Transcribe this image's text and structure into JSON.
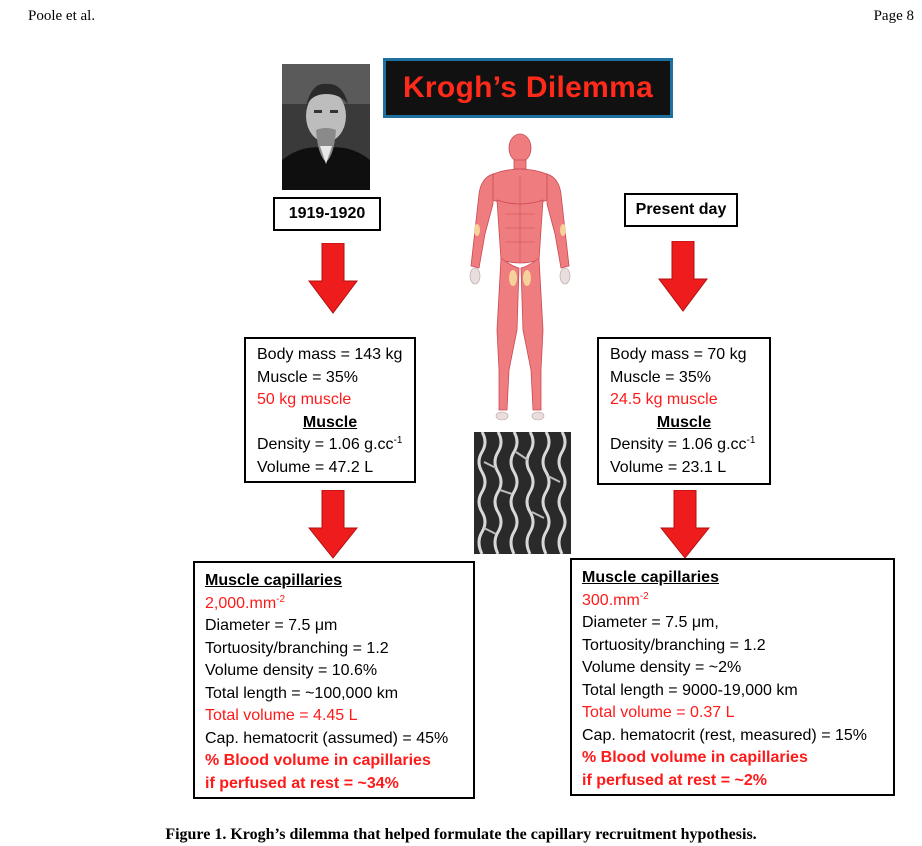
{
  "header": {
    "left": "Poole et al.",
    "right": "Page 8"
  },
  "title": "Krogh’s Dilemma",
  "left": {
    "year": "1919-1920",
    "mass": {
      "body_mass": "Body mass = 143 kg",
      "muscle_pct": "Muscle = 35%",
      "muscle_kg": "50 kg muscle",
      "muscle_heading": "Muscle",
      "density": "Density = 1.06 g.cc",
      "density_exp": "-1",
      "volume": "Volume = 47.2 L"
    },
    "capillaries": {
      "heading": "Muscle capillaries",
      "count": "2,000.mm",
      "count_exp": "-2",
      "diameter": "Diameter = 7.5 μm",
      "tortuosity": "Tortuosity/branching = 1.2",
      "volume_density": "Volume density = 10.6%",
      "total_length": "Total length = ~100,000 km",
      "total_volume": "Total volume = 4.45 L",
      "hematocrit": "Cap. hematocrit (assumed) = 45%",
      "blood_volume_1": "% Blood volume in capillaries",
      "blood_volume_2": "if perfused at rest = ~34%"
    }
  },
  "right": {
    "year": "Present day",
    "mass": {
      "body_mass": "Body mass = 70 kg",
      "muscle_pct": "Muscle = 35%",
      "muscle_kg": "24.5 kg muscle",
      "muscle_heading": "Muscle",
      "density": "Density = 1.06 g.cc",
      "density_exp": "-1",
      "volume": "Volume = 23.1 L"
    },
    "capillaries": {
      "heading": "Muscle capillaries",
      "count": "300.mm",
      "count_exp": "-2",
      "diameter": "Diameter = 7.5 μm,",
      "tortuosity": "Tortuosity/branching = 1.2",
      "volume_density": "Volume density = ~2%",
      "total_length": "Total length = 9000-19,000 km",
      "total_volume": "Total volume = 0.37 L",
      "hematocrit": "Cap. hematocrit (rest, measured) = 15%",
      "blood_volume_1": "% Blood volume in capillaries",
      "blood_volume_2": "if perfused at rest = ~2%"
    }
  },
  "caption": "Figure 1. Krogh’s dilemma that helped formulate the capillary recruitment hypothesis.",
  "colors": {
    "accent_red": "#ff1a1a",
    "title_border": "#1f6f9f",
    "title_bg": "#111111",
    "arrow_red": "#ee1c1c"
  }
}
